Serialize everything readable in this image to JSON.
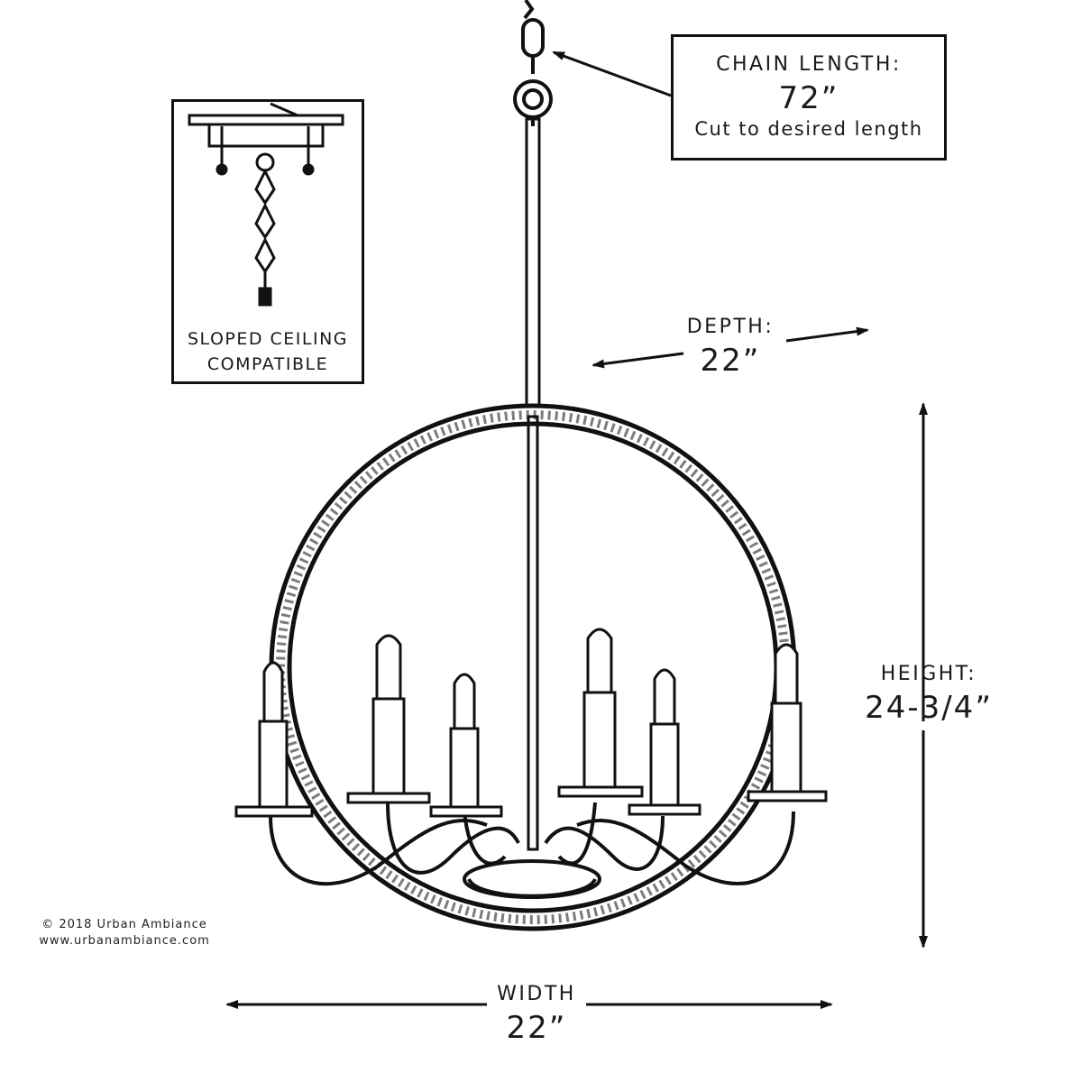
{
  "chain": {
    "title": "CHAIN LENGTH:",
    "value": "72”",
    "note": "Cut to desired length"
  },
  "sloped": {
    "line1": "SLOPED CEILING",
    "line2": "COMPATIBLE"
  },
  "depth": {
    "title": "DEPTH:",
    "value": "22”"
  },
  "height": {
    "title": "HEIGHT:",
    "value": "24-3/4”"
  },
  "width": {
    "title": "WIDTH",
    "value": "22”"
  },
  "copyright": {
    "line1": "© 2018 Urban Ambiance",
    "line2": "www.urbanambiance.com"
  },
  "colors": {
    "ink": "#111111",
    "background": "#ffffff"
  }
}
